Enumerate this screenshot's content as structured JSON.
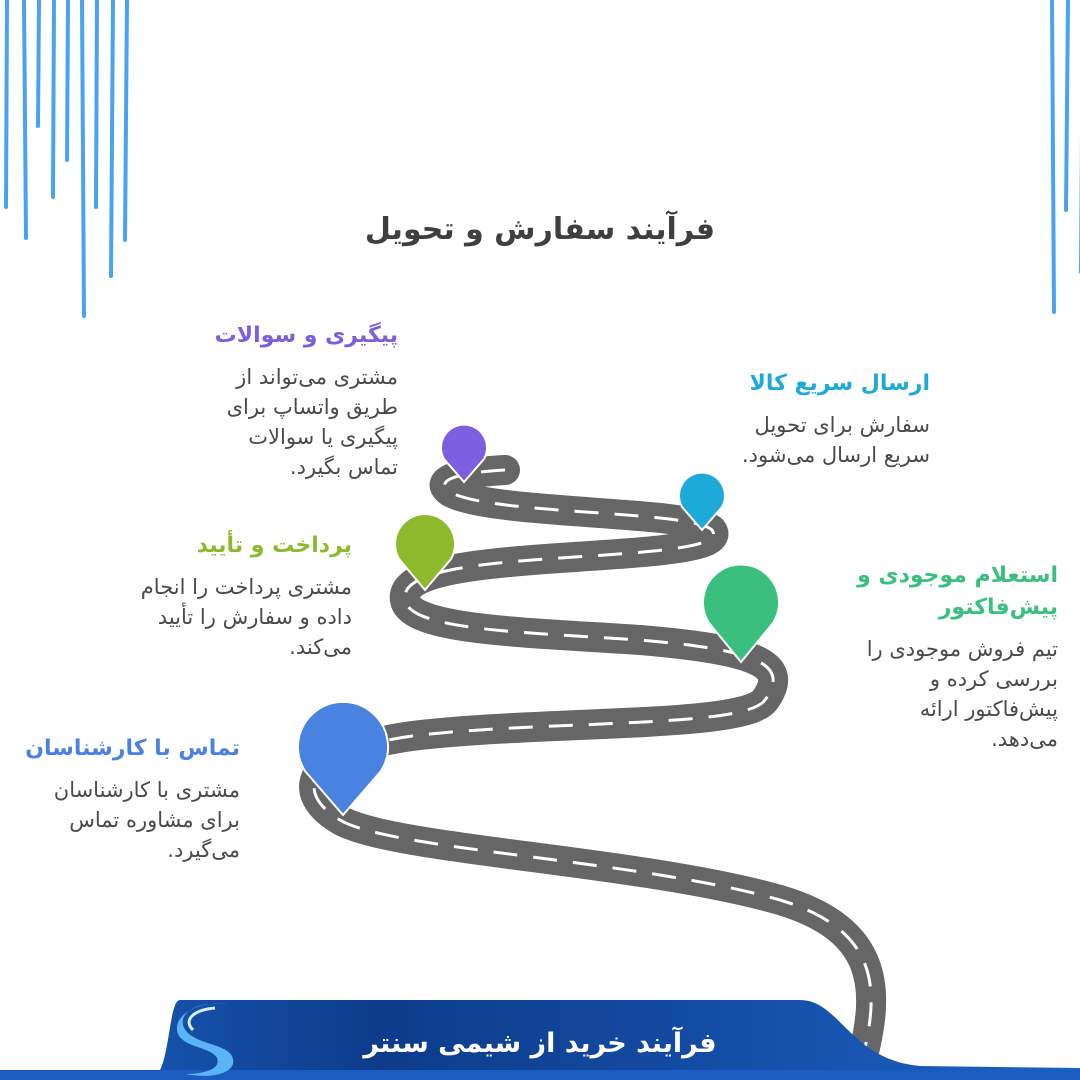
{
  "title": "فرآیند سفارش و تحویل",
  "colors": {
    "stripes": "#4aa3f0",
    "road": "#666666",
    "road_dash": "#ffffff",
    "footer_dark": "#0d3b8a",
    "footer_light": "#1c63c4"
  },
  "steps": [
    {
      "id": "contact",
      "heading": "تماس با کارشناسان",
      "color": "#4a82e2",
      "desc_lines": [
        "مشتری با کارشناسان",
        "برای مشاوره تماس",
        "می‌گیرد."
      ]
    },
    {
      "id": "inquiry",
      "heading_lines": [
        "استعلام موجودی و",
        "پیش‌فاکتور"
      ],
      "color": "#3bbf7f",
      "desc_lines": [
        "تیم فروش موجودی را",
        "بررسی کرده و",
        "پیش‌فاکتور ارائه",
        "می‌دهد."
      ]
    },
    {
      "id": "payment",
      "heading": "پرداخت و تأیید",
      "color": "#8dba2d",
      "desc_lines": [
        "مشتری پرداخت را انجام",
        "داده و سفارش را تأیید",
        "می‌کند."
      ]
    },
    {
      "id": "shipping",
      "heading": "ارسال سریع کالا",
      "color": "#1eaad8",
      "desc_lines": [
        "سفارش برای تحویل",
        "سریع ارسال می‌شود."
      ]
    },
    {
      "id": "followup",
      "heading": "پیگیری و سوالات",
      "color": "#7b5fe0",
      "desc_lines": [
        "مشتری می‌تواند از",
        "طریق واتساپ برای",
        "پیگیری یا سوالات",
        "تماس بگیرد."
      ]
    }
  ],
  "footer": {
    "logo_icon": "s-wave-logo-icon",
    "text": "فرآیند خرید از شیمی سنتر"
  }
}
